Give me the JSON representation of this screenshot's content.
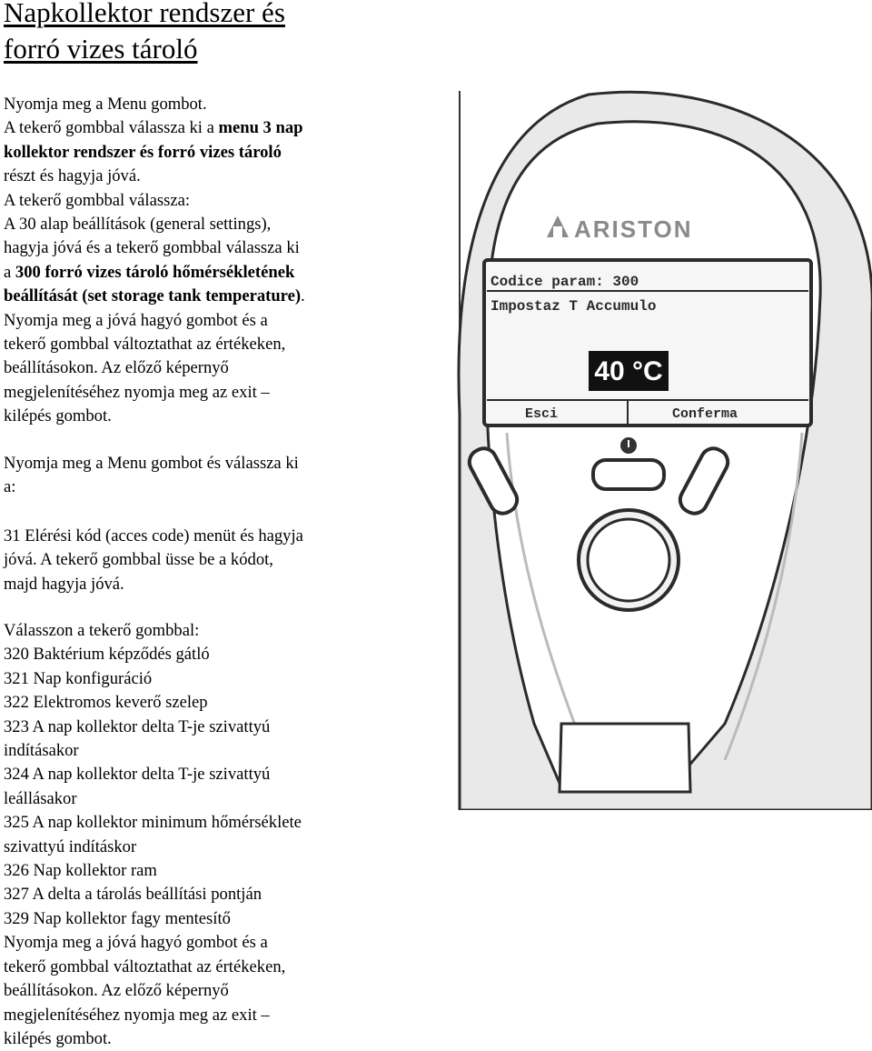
{
  "title": {
    "line1": "Napkollektor rendszer és",
    "line2": "forró vizes tároló"
  },
  "intro": {
    "l1": "Nyomja meg a Menu gombot.",
    "l2a": "A tekerő gombbal válassza ki a ",
    "l2b": "menu 3 nap",
    "l3": "kollektor rendszer és forró vizes tároló",
    "l4": "részt és hagyja jóvá.",
    "l5": "A tekerő gombbal válassza:",
    "l6": "A 30 alap beállítások (general settings),",
    "l7": "hagyja jóvá és a tekerő gombbal válassza ki",
    "l8a": "a ",
    "l8b": "300 forró vizes tároló hőmérsékletének",
    "l9b": "beállítását (set storage tank temperature)",
    "l9c": ".",
    "l10": "Nyomja meg a jóvá hagyó gombot és a",
    "l11": "tekerő gombbal változtathat az értékeken,",
    "l12": "beállításokon. Az előző képernyő",
    "l13": "megjelenítéséhez nyomja meg az exit –",
    "l14": "kilépés gombot."
  },
  "menu_para": {
    "l1": "Nyomja meg a Menu gombot és válassza ki",
    "l2": "a:"
  },
  "access_para": {
    "l1": "31  Elérési kód (acces code) menüt és hagyja",
    "l2": "jóvá. A tekerő gombbal üsse be a kódot,",
    "l3": "majd hagyja jóvá."
  },
  "select_para": {
    "heading": "Válasszon a tekerő gombbal:",
    "items": [
      "320 Baktérium képződés gátló",
      "321 Nap konfiguráció",
      "322 Elektromos keverő szelep",
      "323 A nap kollektor delta T-je szivattyú",
      "indításakor",
      "324 A nap kollektor delta T-je szivattyú",
      "leállásakor",
      "325 A nap kollektor minimum hőmérséklete",
      "szivattyú indításkor",
      "326 Nap kollektor ram",
      "327 A delta a tárolás beállítási pontján",
      "329 Nap kollektor fagy mentesítő",
      "Nyomja meg a jóvá hagyó gombot és a",
      "tekerő gombbal változtathat az értékeken,",
      "beállításokon. Az előző képernyő",
      "megjelenítéséhez nyomja meg az exit –",
      "kilépés gombot."
    ]
  },
  "device": {
    "brand": "ARISTON",
    "screen_line1": "Codice param: 300",
    "screen_line2": "Impostaz T Accumulo",
    "screen_value": "40 °C",
    "soft_left": "Esci",
    "soft_right": "Conferma",
    "icons": [
      "ariston-logo-icon",
      "power-icon"
    ]
  }
}
